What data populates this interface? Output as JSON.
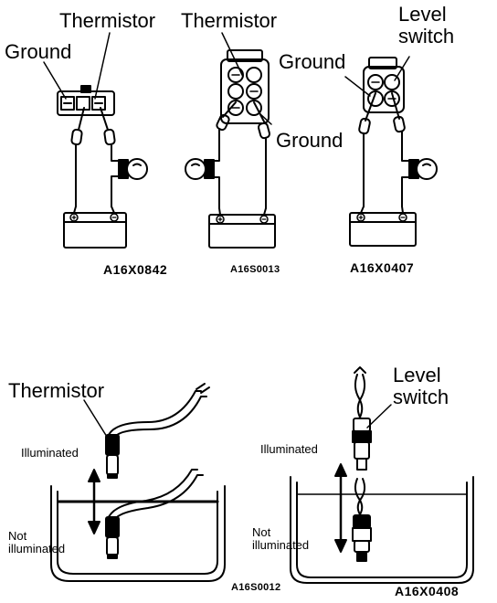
{
  "labels": {
    "thermistor": "Thermistor",
    "ground": "Ground",
    "level": "Level",
    "switch": "switch",
    "illuminated": "Illuminated",
    "not": "Not",
    "not_illuminated": "illuminated",
    "plus": "+",
    "minus": "−"
  },
  "codes": {
    "a": "A16X0842",
    "b": "A16S0013",
    "c": "A16X0407",
    "d": "A16S0012",
    "e": "A16X0408"
  }
}
